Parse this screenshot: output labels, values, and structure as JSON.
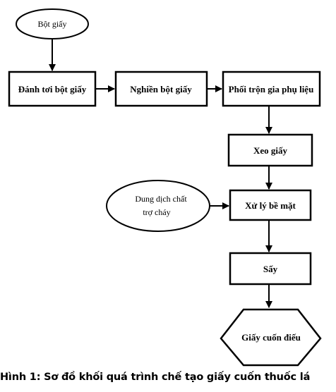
{
  "nodes": {
    "pulp": "Bột giấy",
    "beating": "Đánh tơi bột giấy",
    "refining": "Nghiền bột giấy",
    "mixing": "Phối trộn gia phụ liệu",
    "sheet_forming": "Xeo giấy",
    "fire_retardant_line1": "Dung dịch chất",
    "fire_retardant_line2": "trợ cháy",
    "surface_treatment": "Xử lý bề mặt",
    "drying": "Sấy",
    "product": "Giấy cuốn điếu"
  },
  "caption": "Hình 1: Sơ đồ khối quá trình chế tạo giấy cuốn thuốc lá"
}
